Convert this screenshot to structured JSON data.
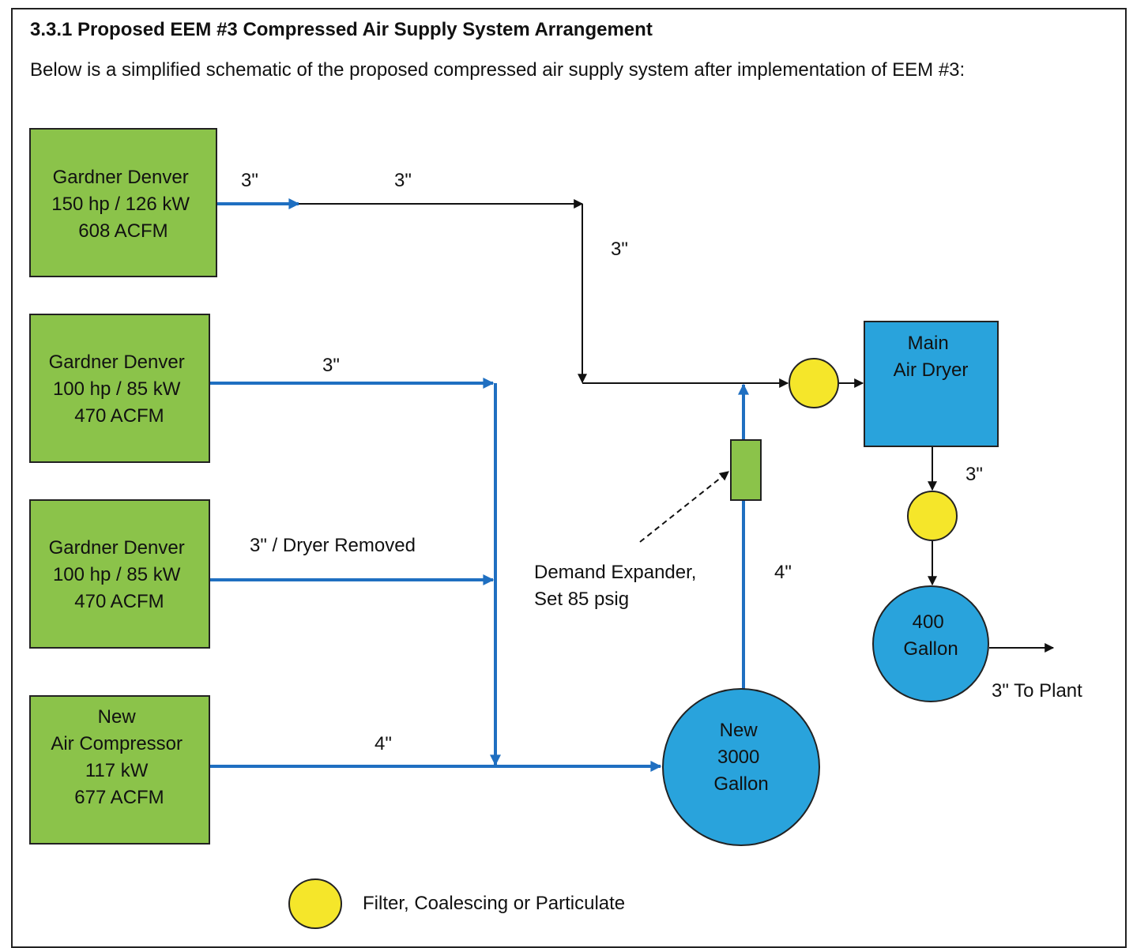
{
  "section_title": "3.3.1 Proposed EEM #3 Compressed Air Supply System Arrangement",
  "intro_text": "Below is a simplified schematic of the proposed compressed air supply system after implementation of EEM #3:",
  "colors": {
    "compressor_fill": "#8bc34a",
    "tank_fill": "#29a3dc",
    "filter_fill": "#f5e62a",
    "blue_pipe": "#1f6fc1",
    "black_pipe": "#111111"
  },
  "compressors": [
    {
      "lines": [
        "Gardner Denver",
        "150 hp / 126 kW",
        "608 ACFM"
      ]
    },
    {
      "lines": [
        "Gardner Denver",
        "100 hp / 85 kW",
        "470 ACFM"
      ]
    },
    {
      "lines": [
        "Gardner Denver",
        "100 hp / 85 kW",
        "470 ACFM"
      ]
    },
    {
      "lines": [
        "New",
        "Air Compressor",
        "117 kW",
        "677 ACFM"
      ]
    }
  ],
  "main_dryer": {
    "lines": [
      "Main",
      "Air Dryer"
    ]
  },
  "new_tank": {
    "lines": [
      "New",
      "3000",
      "Gallon"
    ]
  },
  "small_tank": {
    "lines": [
      "400",
      "Gallon"
    ]
  },
  "pipe_labels": {
    "comp1_a": "3\"",
    "comp1_b": "3\"",
    "vertical_drop": "3\"",
    "comp2": "3\"",
    "comp3": "3\" / Dryer Removed",
    "comp4": "4\"",
    "riser": "4\"",
    "dryer_out": "3\"",
    "to_plant": "3\" To Plant"
  },
  "demand_expander": {
    "lines": [
      "Demand Expander,",
      "Set 85 psig"
    ]
  },
  "legend": {
    "filter_label": "Filter, Coalescing or Particulate"
  }
}
